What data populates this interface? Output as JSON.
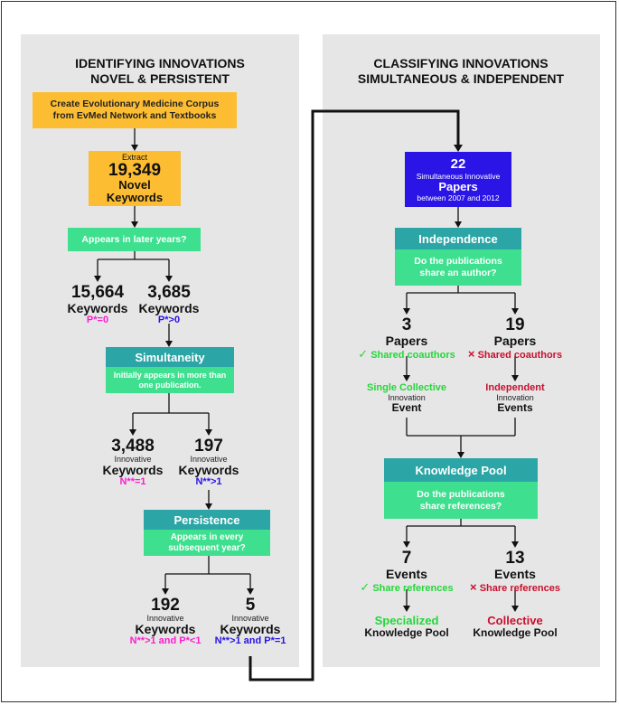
{
  "left": {
    "title_line1": "IDENTIFYING INNOVATIONS",
    "title_line2": "NOVEL & PERSISTENT",
    "corpus_line1": "Create Evolutionary Medicine Corpus",
    "corpus_line2": "from EvMed Network and Textbooks",
    "extract_label": "Extract",
    "extract_count": "19,349",
    "extract_line1": "Novel",
    "extract_line2": "Keywords",
    "later_years_q": "Appears in later years?",
    "a_count": "15,664",
    "a_label": "Keywords",
    "a_cond": "P*=0",
    "b_count": "3,685",
    "b_label": "Keywords",
    "b_cond": "P*>0",
    "simultaneity_title": "Simultaneity",
    "simultaneity_q_line1": "Initially appears in more than",
    "simultaneity_q_line2": "one publication.",
    "c_count": "3,488",
    "c_sub": "Innovative",
    "c_label": "Keywords",
    "c_cond": "N**=1",
    "d_count": "197",
    "d_sub": "Innovative",
    "d_label": "Keywords",
    "d_cond": "N**>1",
    "persistence_title": "Persistence",
    "persistence_q_line1": "Appears in every",
    "persistence_q_line2": "subsequent year?",
    "e_count": "192",
    "e_sub": "Innovative",
    "e_label": "Keywords",
    "e_cond": "N**>1 and P*<1",
    "f_count": "5",
    "f_sub": "Innovative",
    "f_label": "Keywords",
    "f_cond": "N**>1 and P*=1"
  },
  "right": {
    "title_line1": "CLASSIFYING INNOVATIONS",
    "title_line2": "SIMULTANEOUS & INDEPENDENT",
    "papers_count": "22",
    "papers_sub": "Simultaneous Innovative",
    "papers_label": "Papers",
    "papers_range": "between 2007 and 2012",
    "independence_title": "Independence",
    "independence_q_line1": "Do the publications",
    "independence_q_line2": "share an author?",
    "g_count": "3",
    "g_label": "Papers",
    "g_mark": "✓",
    "g_cond": "Shared coauthors",
    "h_count": "19",
    "h_label": "Papers",
    "h_mark": "×",
    "h_cond": "Shared coauthors",
    "g_out_line1": "Single Collective",
    "g_out_sub": "Innovation",
    "g_out_line2": "Event",
    "h_out_line1": "Independent",
    "h_out_sub": "Innovation",
    "h_out_line2": "Events",
    "knowledge_title": "Knowledge Pool",
    "knowledge_q_line1": "Do the publications",
    "knowledge_q_line2": "share references?",
    "i_count": "7",
    "i_label": "Events",
    "i_mark": "✓",
    "i_cond": "Share references",
    "j_count": "13",
    "j_label": "Events",
    "j_mark": "×",
    "j_cond": "Share references",
    "i_out_line1": "Specialized",
    "i_out_line2": "Knowledge Pool",
    "j_out_line1": "Collective",
    "j_out_line2": "Knowledge Pool"
  }
}
